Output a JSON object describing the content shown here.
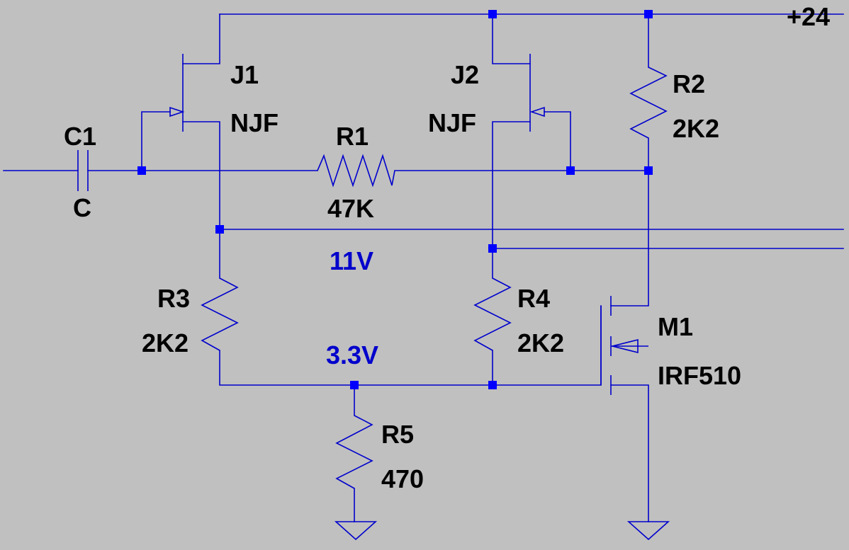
{
  "power_label": "+24",
  "components": {
    "c1": {
      "ref": "C1",
      "value": "C"
    },
    "j1": {
      "ref": "J1",
      "value": "NJF"
    },
    "j2": {
      "ref": "J2",
      "value": "NJF"
    },
    "r1": {
      "ref": "R1",
      "value": "47K"
    },
    "r2": {
      "ref": "R2",
      "value": "2K2"
    },
    "r3": {
      "ref": "R3",
      "value": "2K2"
    },
    "r4": {
      "ref": "R4",
      "value": "2K2"
    },
    "r5": {
      "ref": "R5",
      "value": "470"
    },
    "m1": {
      "ref": "M1",
      "value": "IRF510"
    }
  },
  "net_labels": {
    "upper": "11V",
    "lower": "3.3V"
  },
  "symbol_icons": [
    "capacitor-icon",
    "njfet-icon",
    "resistor-icon",
    "nmos-icon",
    "ground-icon"
  ],
  "colors": {
    "background": "#c0c0c0",
    "wire": "#0000cc",
    "junction": "#0000ff",
    "label": "#000000",
    "net_label": "#0000cc"
  }
}
